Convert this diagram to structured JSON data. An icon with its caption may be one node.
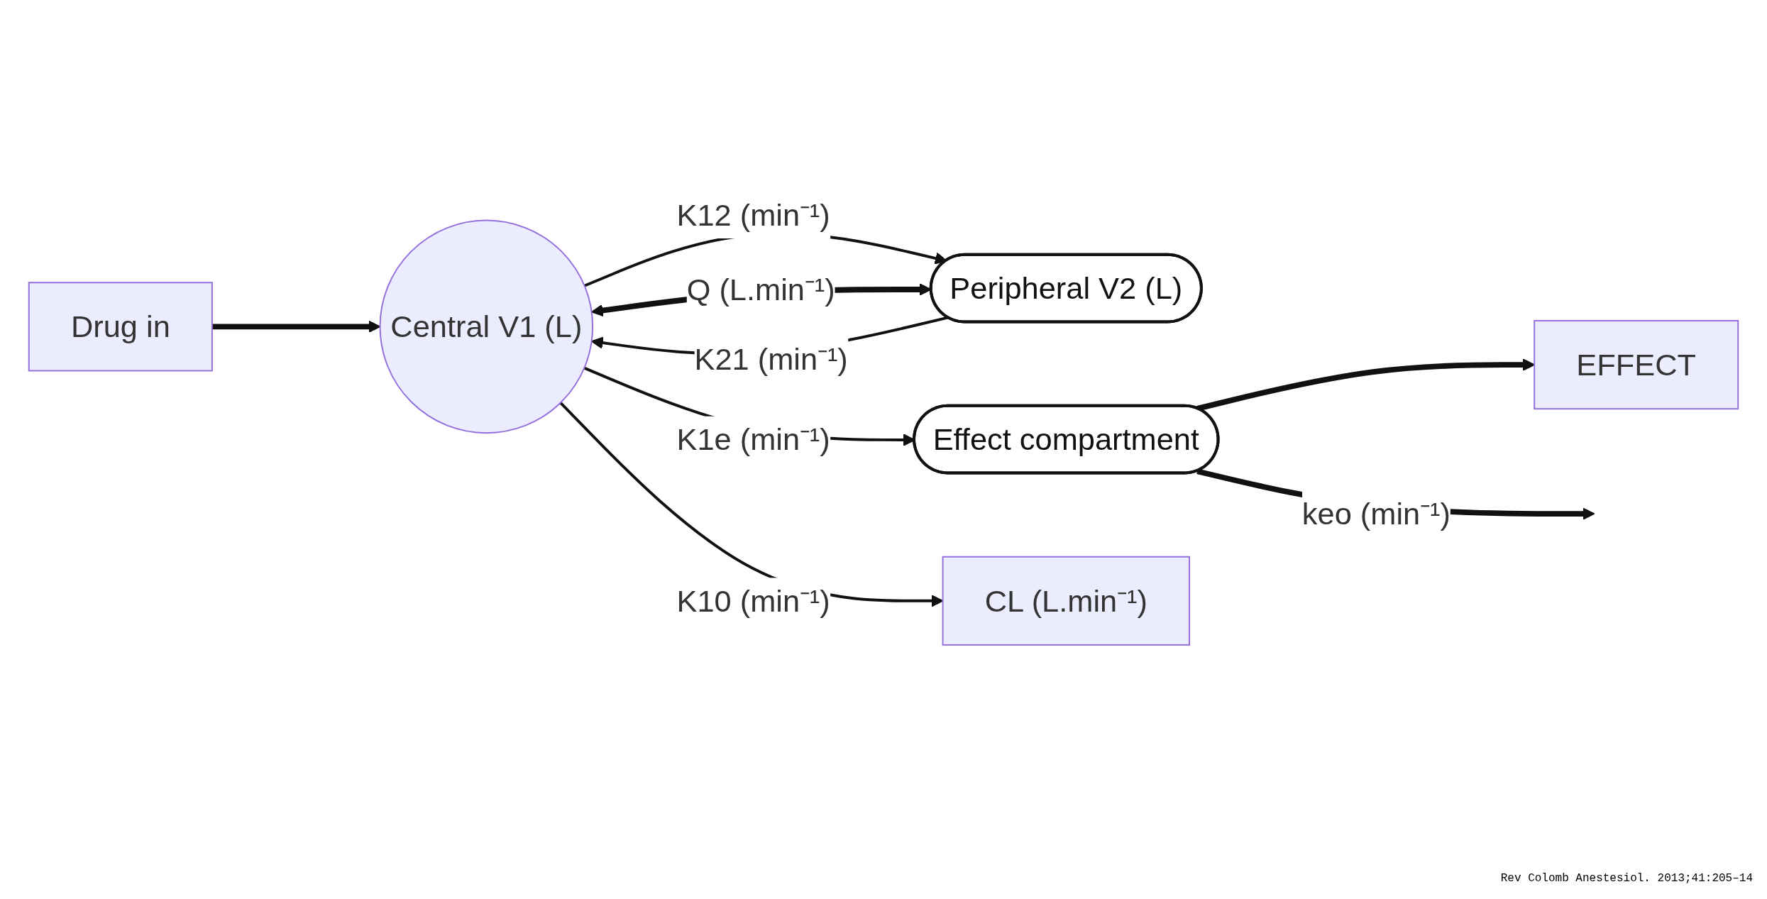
{
  "diagram": {
    "caption": "Rev Colomb Anestesiol. 2013;41:205–14",
    "nodes": [
      {
        "text": [
          "Drug in"
        ]
      },
      {
        "text": [
          "Peripheral V2 (L)"
        ]
      },
      {
        "text": [
          "Central V1 (L)"
        ]
      },
      {
        "text": [
          "Effect compartment"
        ]
      },
      {
        "text": [
          "CL (L.min⁻¹)"
        ]
      },
      {
        "text": [
          "EFFECT"
        ]
      }
    ],
    "edges": [
      {
        "from": 0,
        "to": 2,
        "arrow": "to",
        "style": "thick"
      },
      {
        "from": 1,
        "to": 2,
        "arrow": "both",
        "label": "Q (L.min⁻¹)",
        "style": "thick"
      },
      {
        "from": 1,
        "to": 2,
        "arrow": "to",
        "label": "K21 (min⁻¹)"
      },
      {
        "from": 2,
        "to": 1,
        "arrow": "to",
        "label": "K12 (min⁻¹)"
      },
      {
        "from": 2,
        "to": 3,
        "arrow": "to",
        "label": "K1e (min⁻¹)"
      },
      {
        "from": 2,
        "to": 4,
        "arrow": "to",
        "label": "K10 (min⁻¹)"
      },
      {
        "from": 3,
        "to": 5,
        "arrow": "to",
        "style": "thick"
      },
      {
        "from": 3,
        "to": null,
        "arrow": "to",
        "label": "keo (min⁻¹)",
        "style": "thick"
      }
    ]
  }
}
